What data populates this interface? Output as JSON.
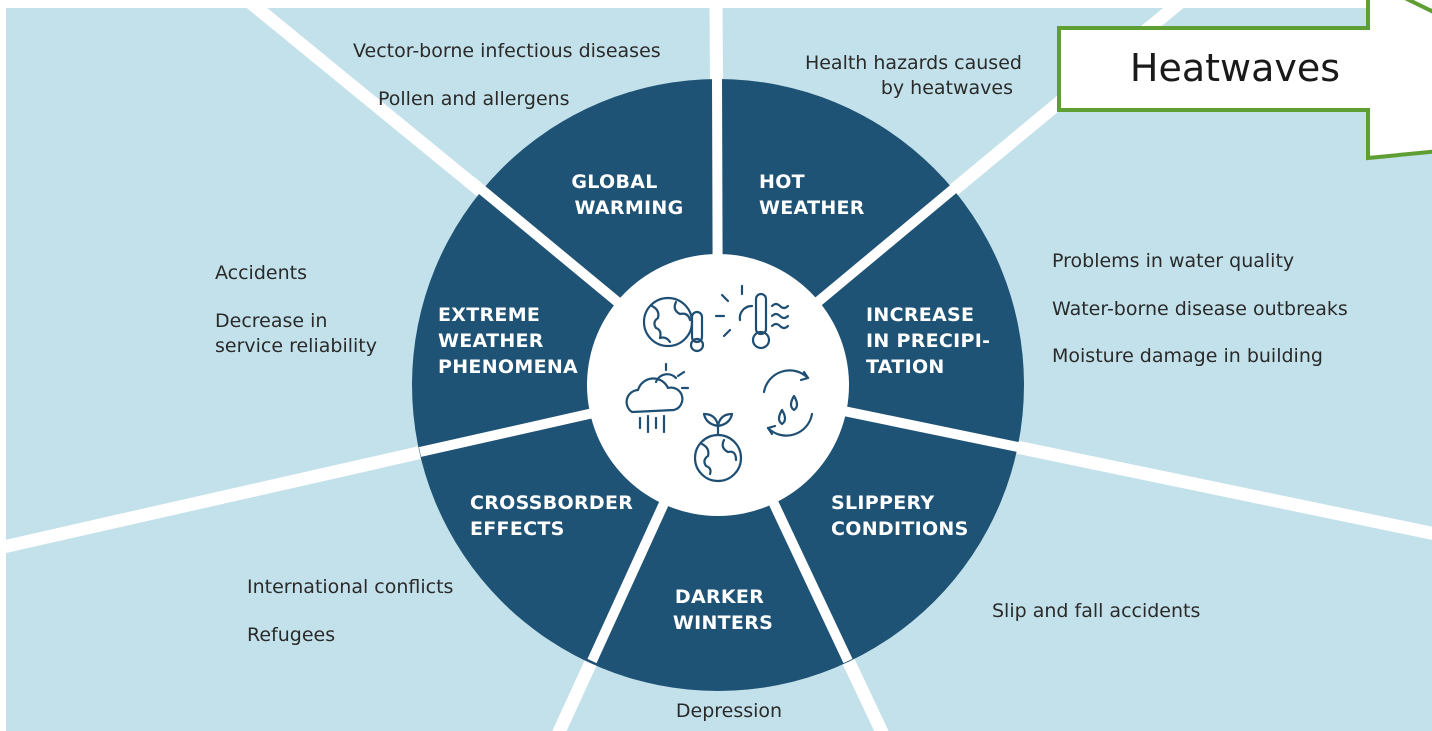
{
  "colors": {
    "page_background": "#ffffff",
    "panel_background": "#c3e1ea",
    "ring": "#1f5375",
    "spokes": "#ffffff",
    "center": "#ffffff",
    "segment_text": "#ffffff",
    "outer_text": "#2a2a2a",
    "callout_fill": "#ffffff",
    "callout_border": "#5e9e33"
  },
  "segments": {
    "global_warming": [
      "GLOBAL",
      "WARMING"
    ],
    "hot_weather": [
      "HOT",
      "WEATHER"
    ],
    "increase_in_precipitation": [
      "INCREASE",
      "IN PRECIPI-",
      "TATION"
    ],
    "slippery_conditions": [
      "SLIPPERY",
      "CONDITIONS"
    ],
    "darker_winters": [
      "DARKER",
      "WINTERS"
    ],
    "crossborder_effects": [
      "CROSSBORDER",
      "EFFECTS"
    ],
    "extreme_weather_phenomena": [
      "EXTREME",
      "WEATHER",
      "PHENOMENA"
    ]
  },
  "impacts": {
    "global_warming": [
      "Vector-borne infectious diseases",
      "Pollen and allergens"
    ],
    "hot_weather": [
      "Health hazards caused",
      "by heatwaves"
    ],
    "increase_in_precipitation": [
      "Problems in water quality",
      "Water-borne disease outbreaks",
      "Moisture damage in building"
    ],
    "slippery_conditions": [
      "Slip and fall accidents"
    ],
    "darker_winters": [
      "Depression"
    ],
    "crossborder_effects": [
      "International conflicts",
      "Refugees"
    ],
    "extreme_weather_phenomena": [
      "Accidents",
      "Decrease in",
      "service reliability"
    ]
  },
  "callout": {
    "label": "Heatwaves"
  },
  "icons": [
    "globe-thermometer-icon",
    "sun-thermometer-icon",
    "rain-cloud-sun-icon",
    "water-cycle-icon",
    "globe-sprout-icon"
  ]
}
